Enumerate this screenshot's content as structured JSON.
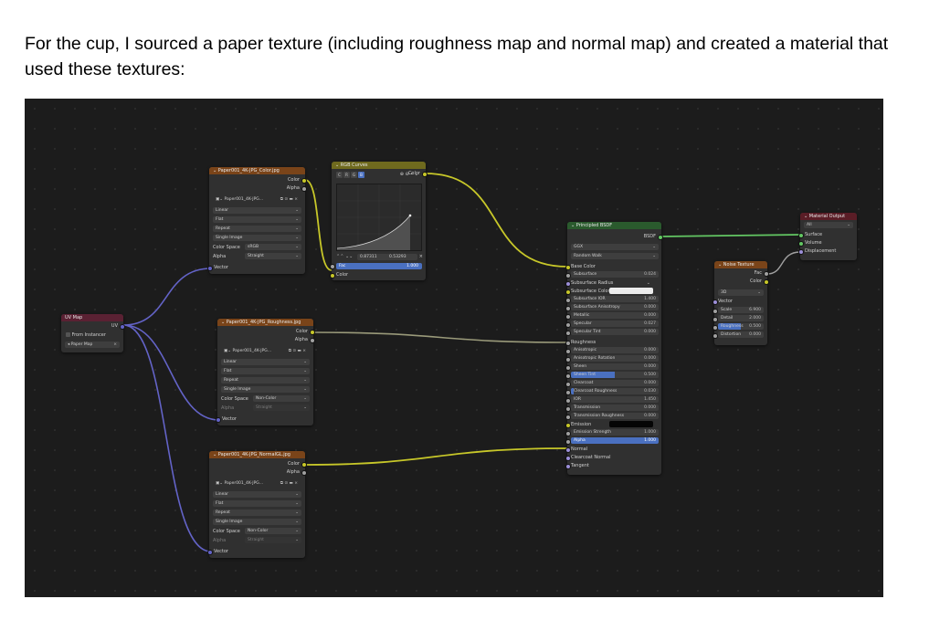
{
  "caption": "For the cup, I sourced a paper texture (including roughness map and normal map) and created a material that used these textures:",
  "colors": {
    "texture_header": "#7a4419",
    "curves_header": "#6f6a1e",
    "shader_header": "#2a5a2d",
    "vector_header": "#5a2133",
    "output_header": "#5a1d26",
    "wire_color": "#c7c729",
    "wire_vector": "#6363c7",
    "wire_shader": "#63c763",
    "wire_gray": "#a1a1a1"
  },
  "nodes": {
    "uvmap": {
      "title": "UV Map",
      "out_uv": "UV",
      "from_instancer": "From Instancer",
      "uv_field": "Paper Map"
    },
    "tex_color": {
      "title": "Paper001_4K-JPG_Color.jpg",
      "out_color": "Color",
      "out_alpha": "Alpha",
      "image_name": "Paper001_4K-JPG...",
      "interpolation": "Linear",
      "projection": "Flat",
      "extension": "Repeat",
      "source": "Single Image",
      "color_space_label": "Color Space",
      "color_space": "sRGB",
      "alpha_label": "Alpha",
      "alpha_mode": "Straight",
      "in_vector": "Vector"
    },
    "tex_rough": {
      "title": "Paper001_4K-JPG_Roughness.jpg",
      "out_color": "Color",
      "out_alpha": "Alpha",
      "image_name": "Paper001_4K-JPG...",
      "interpolation": "Linear",
      "projection": "Flat",
      "extension": "Repeat",
      "source": "Single Image",
      "color_space_label": "Color Space",
      "color_space": "Non-Color",
      "alpha_label": "Alpha",
      "alpha_mode": "Straight",
      "in_vector": "Vector"
    },
    "tex_normal": {
      "title": "Paper001_4K-JPG_NormalGL.jpg",
      "out_color": "Color",
      "out_alpha": "Alpha",
      "image_name": "Paper001_4K-JPG...",
      "interpolation": "Linear",
      "projection": "Flat",
      "extension": "Repeat",
      "source": "Single Image",
      "color_space_label": "Color Space",
      "color_space": "Non-Color",
      "alpha_label": "Alpha",
      "alpha_mode": "Straight",
      "in_vector": "Vector"
    },
    "rgb_curves": {
      "title": "RGB Curves",
      "out_color": "Color",
      "channels": [
        "C",
        "R",
        "G",
        "B"
      ],
      "point_x": "0.87311",
      "point_y": "0.53293",
      "fac_label": "Fac",
      "fac_value": "1.000",
      "in_color": "Color"
    },
    "bsdf": {
      "title": "Principled BSDF",
      "out_bsdf": "BSDF",
      "distribution": "GGX",
      "subsurface_method": "Random Walk",
      "base_color": "Base Color",
      "subsurface_color": "Subsurface Color",
      "roughness": "Roughness",
      "emission": "Emission",
      "normal": "Normal",
      "clearcoat_normal": "Clearcoat Normal",
      "tangent": "Tangent",
      "subsurface_radius": "Subsurface Radius",
      "params_a": [
        {
          "label": "Subsurface",
          "value": "0.024"
        },
        {
          "label": "Subsurface IOR",
          "value": "1.400"
        },
        {
          "label": "Subsurface Anisotropy",
          "value": "0.000"
        },
        {
          "label": "Metallic",
          "value": "0.000"
        },
        {
          "label": "Specular",
          "value": "0.027"
        },
        {
          "label": "Specular Tint",
          "value": "0.000"
        }
      ],
      "params_b": [
        {
          "label": "Anisotropic",
          "value": "0.000"
        },
        {
          "label": "Anisotropic Rotation",
          "value": "0.000"
        },
        {
          "label": "Sheen",
          "value": "0.000"
        },
        {
          "label": "Sheen Tint",
          "value": "0.500"
        },
        {
          "label": "Clearcoat",
          "value": "0.000"
        },
        {
          "label": "Clearcoat Roughness",
          "value": "0.030"
        },
        {
          "label": "IOR",
          "value": "1.450"
        },
        {
          "label": "Transmission",
          "value": "0.000"
        },
        {
          "label": "Transmission Roughness",
          "value": "0.000"
        }
      ],
      "emission_strength": {
        "label": "Emission Strength",
        "value": "1.000"
      },
      "alpha": {
        "label": "Alpha",
        "value": "1.000"
      }
    },
    "noise": {
      "title": "Noise Texture",
      "out_fac": "Fac",
      "out_color": "Color",
      "dimensions": "3D",
      "in_vector": "Vector",
      "params": [
        {
          "label": "Scale",
          "value": "6.900"
        },
        {
          "label": "Detail",
          "value": "2.000"
        },
        {
          "label": "Roughness",
          "value": "0.500"
        },
        {
          "label": "Distortion",
          "value": "0.000"
        }
      ]
    },
    "output": {
      "title": "Material Output",
      "target": "All",
      "in_surface": "Surface",
      "in_volume": "Volume",
      "in_displacement": "Displacement"
    }
  }
}
